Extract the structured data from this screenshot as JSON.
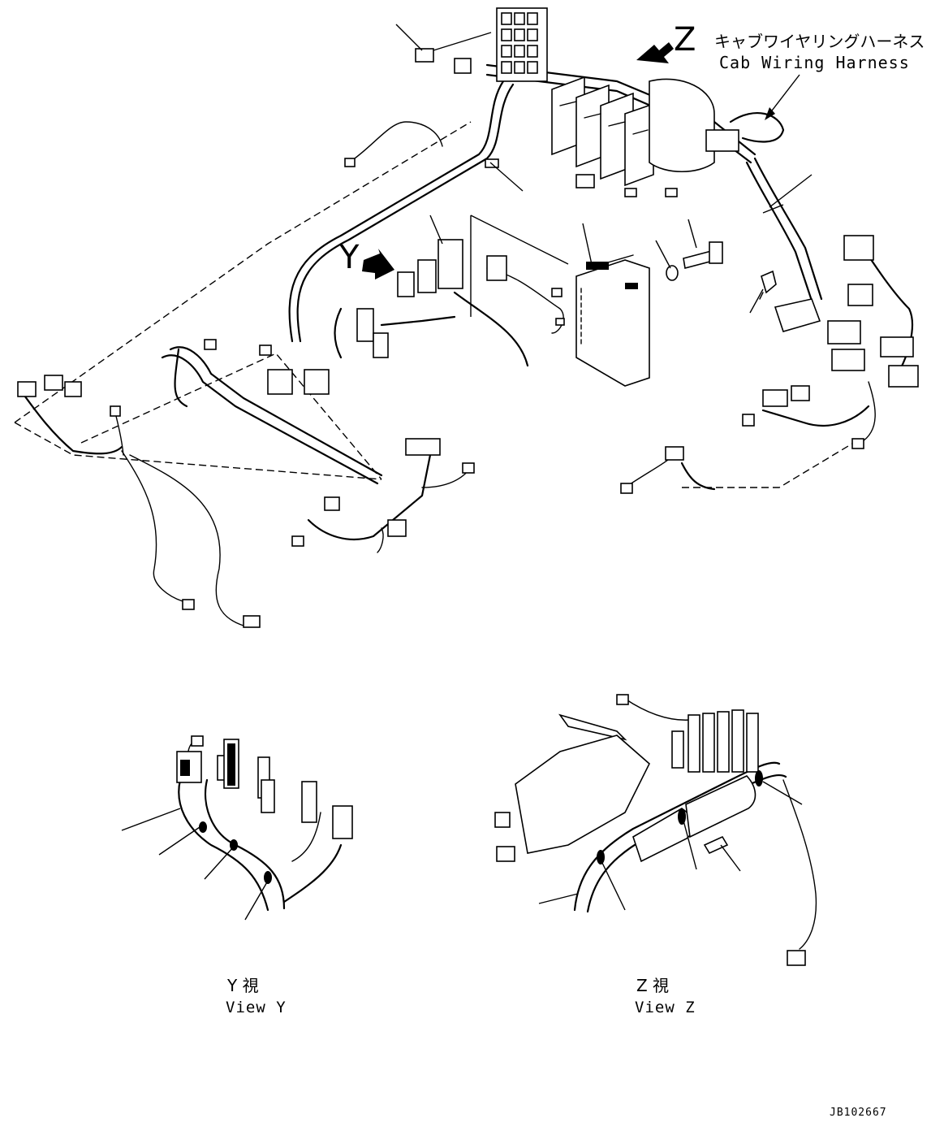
{
  "views": {
    "main": {
      "view_z_marker": "Z",
      "view_y_marker": "Y",
      "harness_label_jp": "キャブワイヤリングハーネス",
      "harness_label_en": "Cab Wiring Harness"
    },
    "view_y": {
      "caption_jp": "Y  視",
      "caption_en": "View Y"
    },
    "view_z": {
      "caption_jp": "Z  視",
      "caption_en": "View Z"
    }
  },
  "drawing_code": "JB102667",
  "icons": {
    "view-arrow": "bold-arrow-icon",
    "connector": "connector-icon",
    "controller": "controller-box-icon",
    "bolt": "bolt-icon",
    "washer": "washer-icon",
    "clip": "clip-icon"
  }
}
